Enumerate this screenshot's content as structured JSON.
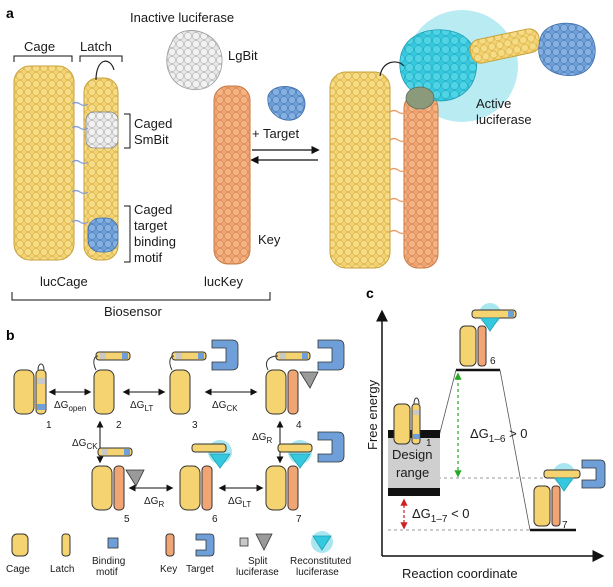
{
  "panel_a": {
    "letter": "a",
    "cage_label": "Cage",
    "latch_label": "Latch",
    "inactive_luciferase": "Inactive luciferase",
    "lgbit": "LgBit",
    "caged_smbit_line1": "Caged",
    "caged_smbit_line2": "SmBit",
    "caged_target_line1": "Caged",
    "caged_target_line2": "target",
    "caged_target_line3": "binding",
    "caged_target_line4": "motif",
    "key": "Key",
    "plus_target": "+ Target",
    "active_line1": "Active",
    "active_line2": "luciferase",
    "luccage": "lucCage",
    "luckey": "lucKey",
    "biosensor": "Biosensor"
  },
  "panel_b": {
    "letter": "b",
    "state_labels": [
      "1",
      "2",
      "3",
      "4",
      "5",
      "6",
      "7"
    ],
    "dg_open_main": "ΔG",
    "dg_open_sub": "open",
    "dg_lt1_main": "ΔG",
    "dg_lt1_sub": "LT",
    "dg_ck1_main": "ΔG",
    "dg_ck1_sub": "CK",
    "dg_ck2_main": "ΔG",
    "dg_ck2_sub": "CK",
    "dg_r1_main": "ΔG",
    "dg_r1_sub": "R",
    "dg_r2_main": "ΔG",
    "dg_r2_sub": "R",
    "dg_lt2_main": "ΔG",
    "dg_lt2_sub": "LT"
  },
  "legend": {
    "cage": "Cage",
    "latch": "Latch",
    "binding_line1": "Binding",
    "binding_line2": "motif",
    "key": "Key",
    "target": "Target",
    "split_line1": "Split",
    "split_line2": "luciferase",
    "recon_line1": "Reconstituted",
    "recon_line2": "luciferase"
  },
  "panel_c": {
    "letter": "c",
    "y_axis": "Free energy",
    "x_axis": "Reaction coordinate",
    "state_1": "1",
    "state_6": "6",
    "state_7": "7",
    "design_line1": "Design",
    "design_line2": "range",
    "dg16_main": "ΔG",
    "dg16_sub": "1–6",
    "dg16_rel": " > 0",
    "dg17_main": "ΔG",
    "dg17_sub": "1–7",
    "dg17_rel": " < 0"
  },
  "colors": {
    "cage": "#f5d370",
    "latch": "#f5d370",
    "smbit": "#c8c8c8",
    "binding_motif": "#6e9fd8",
    "key": "#f2a574",
    "target": "#6e9fd8",
    "split_luciferase": "#9a9a9a",
    "reconstituted_glow": "#a8e6f0",
    "reconstituted": "#35c9df",
    "green_arrow": "#22aa22",
    "red_arrow": "#d22020"
  }
}
